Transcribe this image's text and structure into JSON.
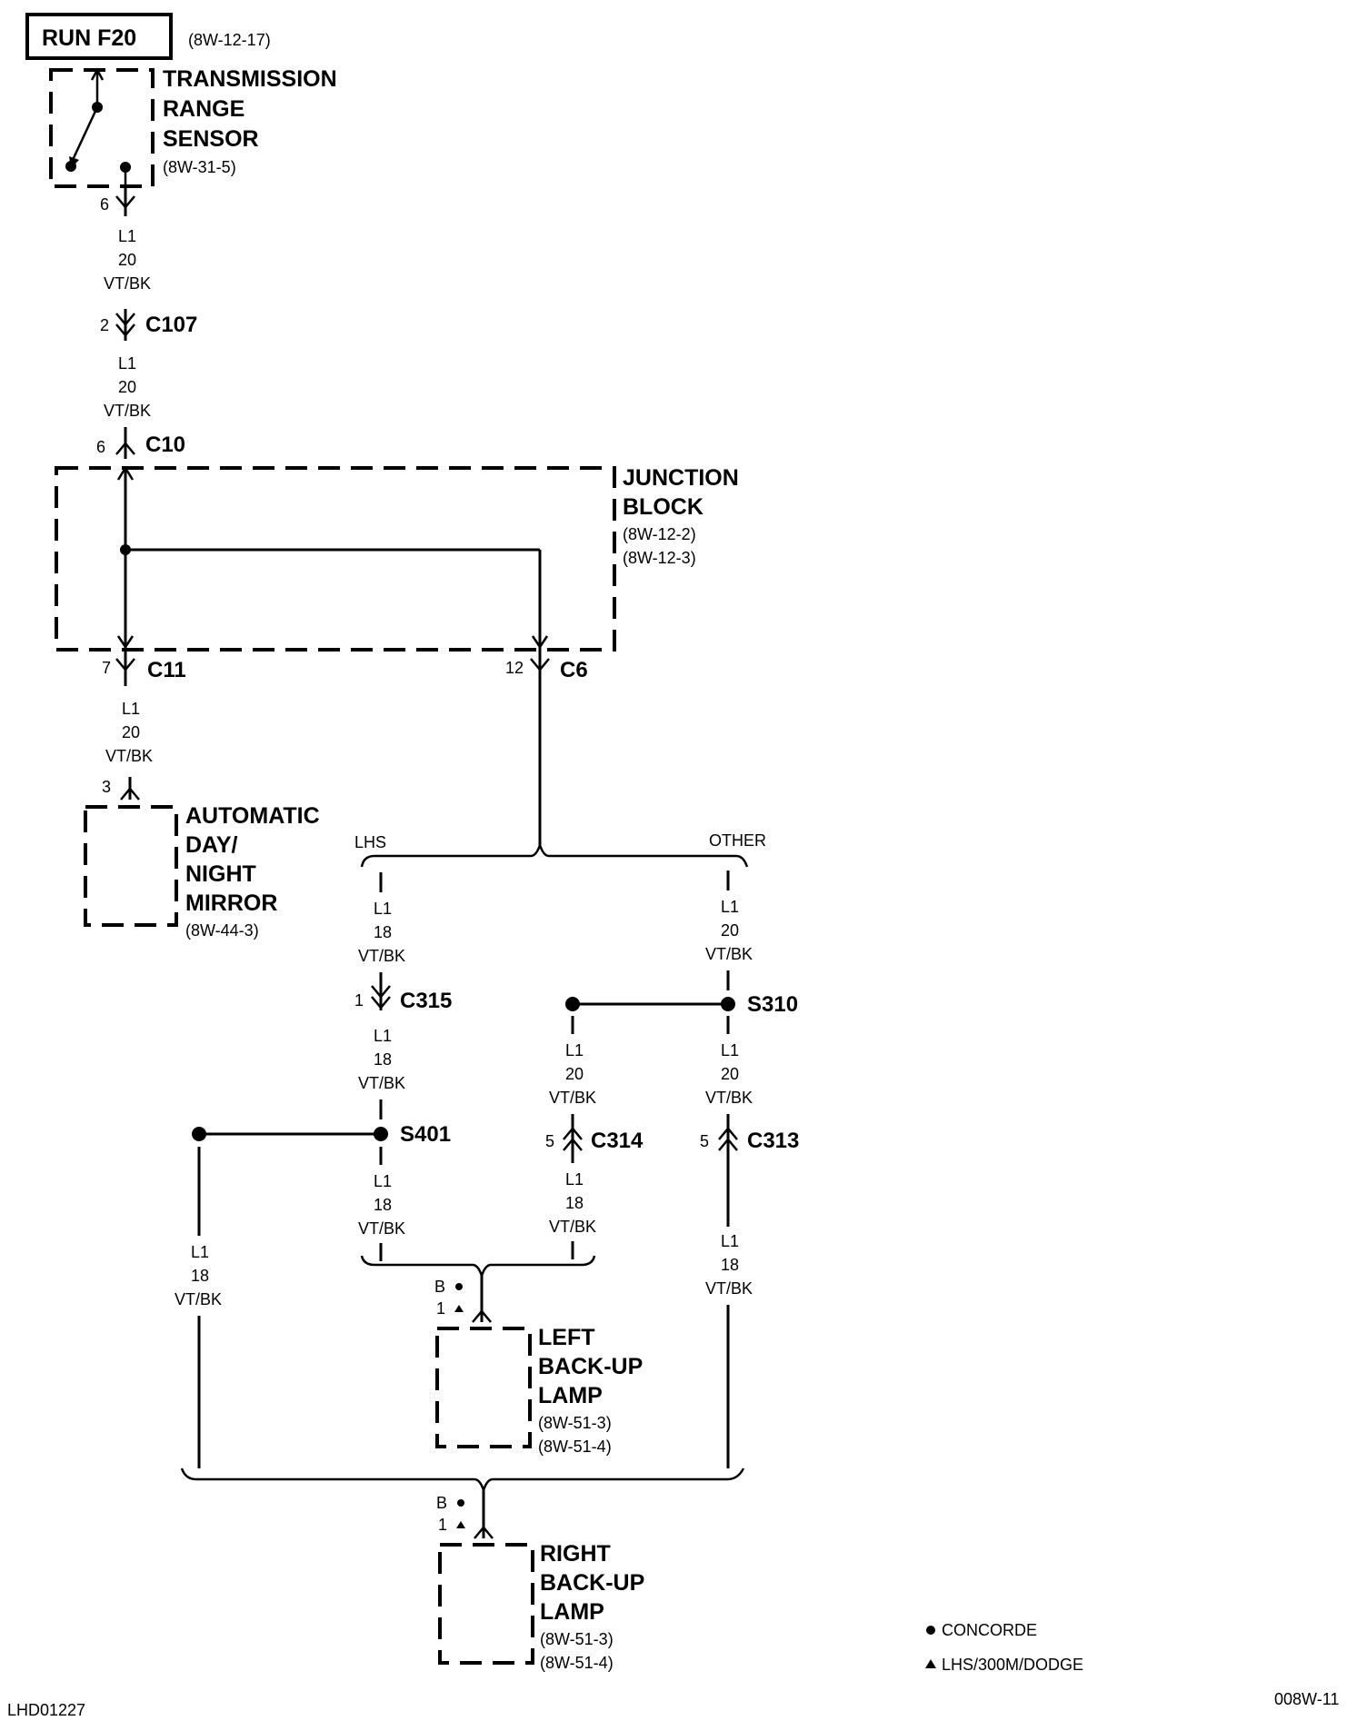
{
  "fuse": {
    "label": "RUN F20",
    "ref": "(8W-12-17)"
  },
  "trs": {
    "name1": "TRANSMISSION",
    "name2": "RANGE",
    "name3": "SENSOR",
    "ref": "(8W-31-5)",
    "pin": "6"
  },
  "wire_l1_20": {
    "circuit": "L1",
    "gauge": "20",
    "color": "VT/BK"
  },
  "wire_l1_18": {
    "circuit": "L1",
    "gauge": "18",
    "color": "VT/BK"
  },
  "c107": {
    "name": "C107",
    "pin": "2"
  },
  "c10": {
    "name": "C10",
    "pin": "6"
  },
  "junction": {
    "name1": "JUNCTION",
    "name2": "BLOCK",
    "ref1": "(8W-12-2)",
    "ref2": "(8W-12-3)"
  },
  "c11": {
    "name": "C11",
    "pin": "7"
  },
  "c6": {
    "name": "C6",
    "pin": "12"
  },
  "mirror": {
    "name1": "AUTOMATIC",
    "name2": "DAY/",
    "name3": "NIGHT",
    "name4": "MIRROR",
    "ref": "(8W-44-3)",
    "pin": "3"
  },
  "options": {
    "lhs": "LHS",
    "other": "OTHER"
  },
  "c315": {
    "name": "C315",
    "pin": "1"
  },
  "s310": {
    "name": "S310"
  },
  "s401": {
    "name": "S401"
  },
  "c314": {
    "name": "C314",
    "pin": "5"
  },
  "c313": {
    "name": "C313",
    "pin": "5"
  },
  "left_lamp": {
    "name1": "LEFT",
    "name2": "BACK-UP",
    "name3": "LAMP",
    "ref1": "(8W-51-3)",
    "ref2": "(8W-51-4)",
    "pin_b": "B",
    "pin_1": "1"
  },
  "right_lamp": {
    "name1": "RIGHT",
    "name2": "BACK-UP",
    "name3": "LAMP",
    "ref1": "(8W-51-3)",
    "ref2": "(8W-51-4)",
    "pin_b": "B",
    "pin_1": "1"
  },
  "legend": {
    "concorde": "CONCORDE",
    "lhs_dodge": "LHS/300M/DODGE"
  },
  "codes": {
    "left": "LHD01227",
    "right": "008W-11"
  }
}
